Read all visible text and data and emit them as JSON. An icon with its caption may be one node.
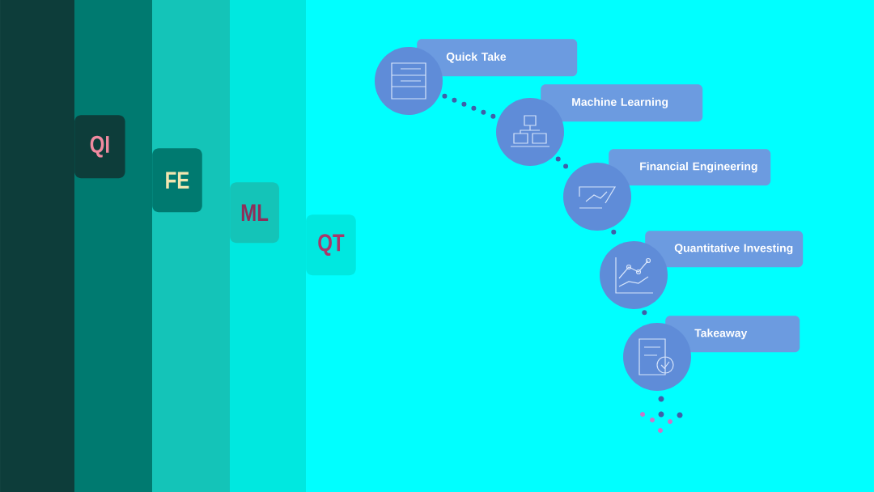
{
  "diagram": {
    "nodes": [
      {
        "text": [
          "QI"
        ]
      },
      {
        "text": [
          "FE"
        ]
      },
      {
        "text": [
          "ML"
        ]
      },
      {
        "text": [
          "QT"
        ]
      },
      {
        "text": [
          "Quick Take"
        ]
      },
      {
        "text": [
          "Machine Learning"
        ]
      },
      {
        "text": [
          "Financial Engineering"
        ]
      },
      {
        "text": [
          "Quantitative Investing"
        ]
      },
      {
        "text": [
          "Takeaway"
        ]
      }
    ],
    "edges": [
      {
        "from": 4,
        "to": 5,
        "arrow": "none"
      },
      {
        "from": 5,
        "to": 6,
        "arrow": "none"
      },
      {
        "from": 6,
        "to": 7,
        "arrow": "none"
      },
      {
        "from": 7,
        "to": 8,
        "arrow": "none"
      }
    ]
  }
}
